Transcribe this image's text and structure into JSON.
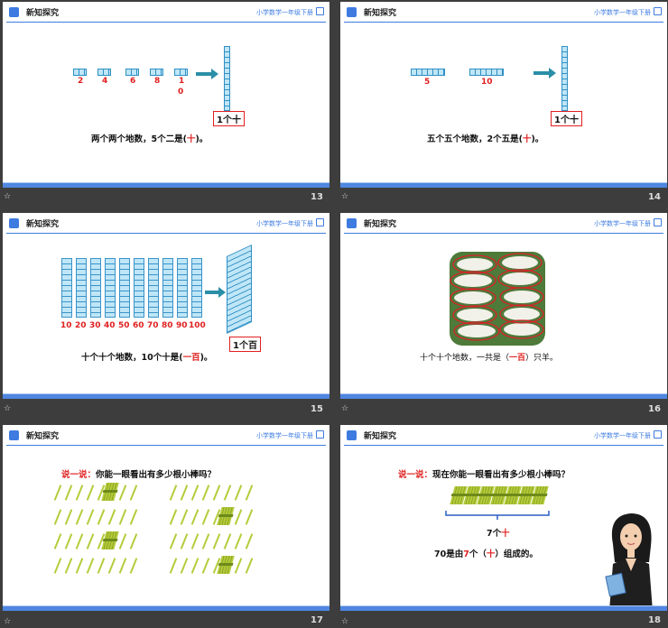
{
  "header": {
    "title": "新知探究",
    "subtitle": "小学数学一年级下册"
  },
  "slides": [
    {
      "num": "13",
      "numbers": [
        "2",
        "4",
        "6",
        "8",
        "1",
        "0"
      ],
      "box_label": "1个十",
      "caption_a": "两个两个地数，5个二是(",
      "caption_ans": "十",
      "caption_b": ")。"
    },
    {
      "num": "14",
      "numbers": [
        "5",
        "10"
      ],
      "box_label": "1个十",
      "caption_a": "五个五个地数，2个五是(",
      "caption_ans": "十",
      "caption_b": ")。"
    },
    {
      "num": "15",
      "numbers": [
        "10",
        "20",
        "30",
        "40",
        "50",
        "60",
        "70",
        "80",
        "90",
        "100"
      ],
      "box_label": "1个百",
      "caption_a": "十个十个地数，10个十是(",
      "caption_ans": "一百",
      "caption_b": ")。"
    },
    {
      "num": "16",
      "caption_a": "十个十个地数，一共是（",
      "caption_ans": "一百",
      "caption_b": "）只羊。"
    },
    {
      "num": "17",
      "say_label": "说一说：",
      "question": "你能一眼看出有多少根小棒吗？"
    },
    {
      "num": "18",
      "say_label": "说一说：",
      "question": "现在你能一眼看出有多少根小棒吗？",
      "brace_a": "7个",
      "brace_ans": "十",
      "line_a": "70是由",
      "line_num": "7",
      "line_b": "个（",
      "line_ans": "十",
      "line_c": "）组成的。"
    }
  ],
  "strip_icon": "☆",
  "colors": {
    "accent": "#3d7be0",
    "answer": "#e02020",
    "cube": "#2f8fc4"
  }
}
